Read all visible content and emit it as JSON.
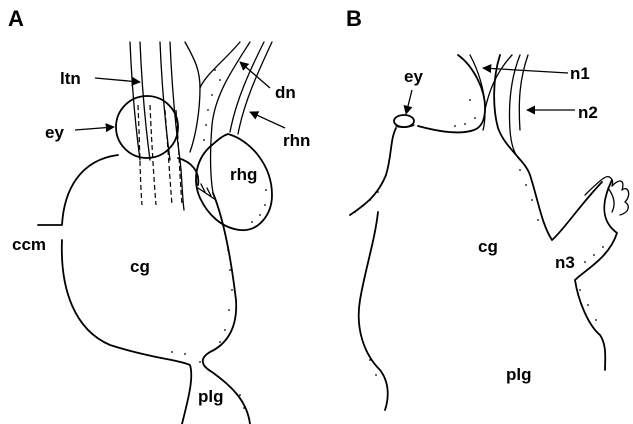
{
  "panels": {
    "a": {
      "letter": "A",
      "labels": {
        "ltn": "ltn",
        "ey": "ey",
        "dn": "dn",
        "rhn": "rhn",
        "rhg": "rhg",
        "ccm": "ccm",
        "cg": "cg",
        "plg": "plg"
      }
    },
    "b": {
      "letter": "B",
      "labels": {
        "ey": "ey",
        "n1": "n1",
        "n2": "n2",
        "cg": "cg",
        "n3": "n3",
        "plg": "plg"
      }
    }
  }
}
